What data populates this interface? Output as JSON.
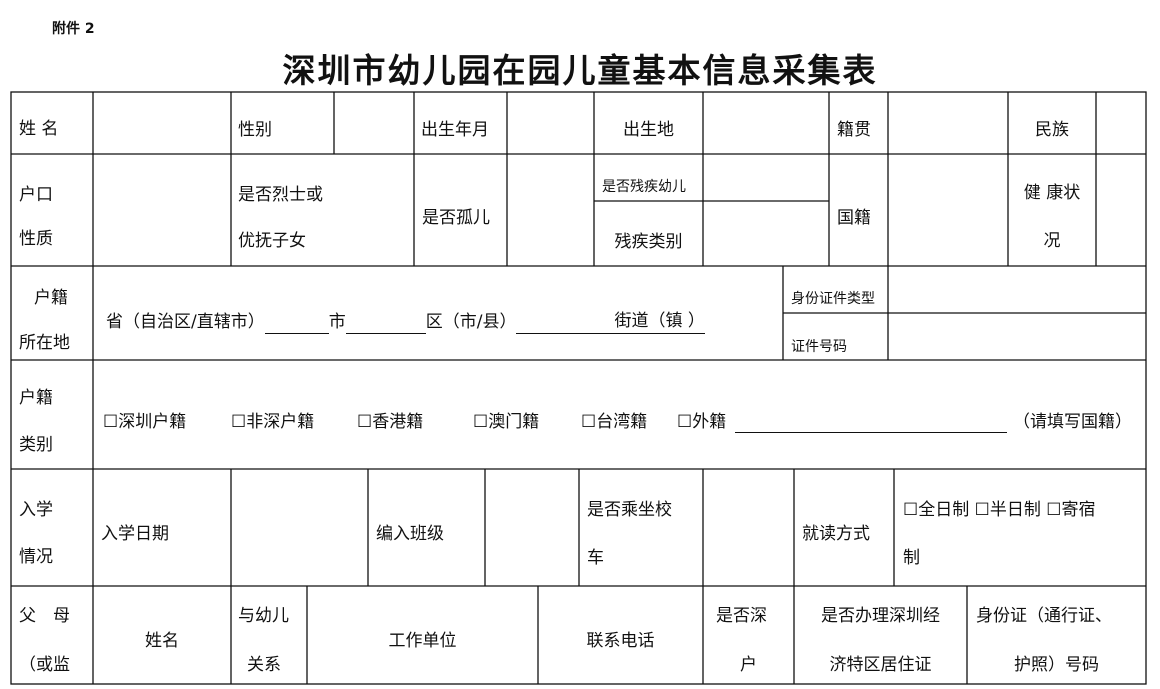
{
  "attachment": "附件 2",
  "title": "深圳市幼儿园在园儿童基本信息采集表",
  "row1": {
    "name": "姓 名",
    "gender": "性别",
    "birth": "出生年月",
    "birthplace": "出生地",
    "origin": "籍贯",
    "ethnicity": "民族"
  },
  "row2": {
    "hukou_l1": "户口",
    "hukou_l2": "性质",
    "martyr_l1": "是否烈士或",
    "martyr_l2": "优抚子女",
    "orphan": "是否孤儿",
    "disabled": "是否残疾幼儿",
    "disability_type": "残疾类别",
    "nationality": "国籍",
    "health_l1": "健 康状",
    "health_l2": "况"
  },
  "row3": {
    "loc_l1": "户籍",
    "loc_l2": "所在地",
    "province": "省（自治区/直辖市）",
    "city": "市",
    "district": "区（市/县）",
    "street": "街道（镇 ）",
    "id_type": "身份证件类型",
    "id_number": "证件号码"
  },
  "row4": {
    "cat_l1": "户籍",
    "cat_l2": "类别",
    "opt_shenzhen": "☐深圳户籍",
    "opt_non_sz": "☐非深户籍",
    "opt_hk": "☐香港籍",
    "opt_macau": "☐澳门籍",
    "opt_tw": "☐台湾籍",
    "opt_foreign": "☐外籍",
    "fill_note": "（请填写国籍）"
  },
  "row5": {
    "enroll_l1": "入学",
    "enroll_l2": "情况",
    "date": "入学日期",
    "class": "编入班级",
    "bus_l1": "是否乘坐校",
    "bus_l2": "车",
    "mode": "就读方式",
    "mode_opts_l1": "☐全日制 ☐半日制 ☐寄宿",
    "mode_opts_l2": "制"
  },
  "row6": {
    "parent_l1": "父　母",
    "parent_l2": "（或监",
    "name": "姓名",
    "relation_l1": "与幼儿",
    "relation_l2": "关系",
    "workplace": "工作单位",
    "phone": "联系电话",
    "sz_hukou_l1": "是否深",
    "sz_hukou_l2": "户",
    "permit_l1": "是否办理深圳经",
    "permit_l2": "济特区居住证",
    "idno_l1": "身份证（通行证、",
    "idno_l2": "护照）号码"
  }
}
